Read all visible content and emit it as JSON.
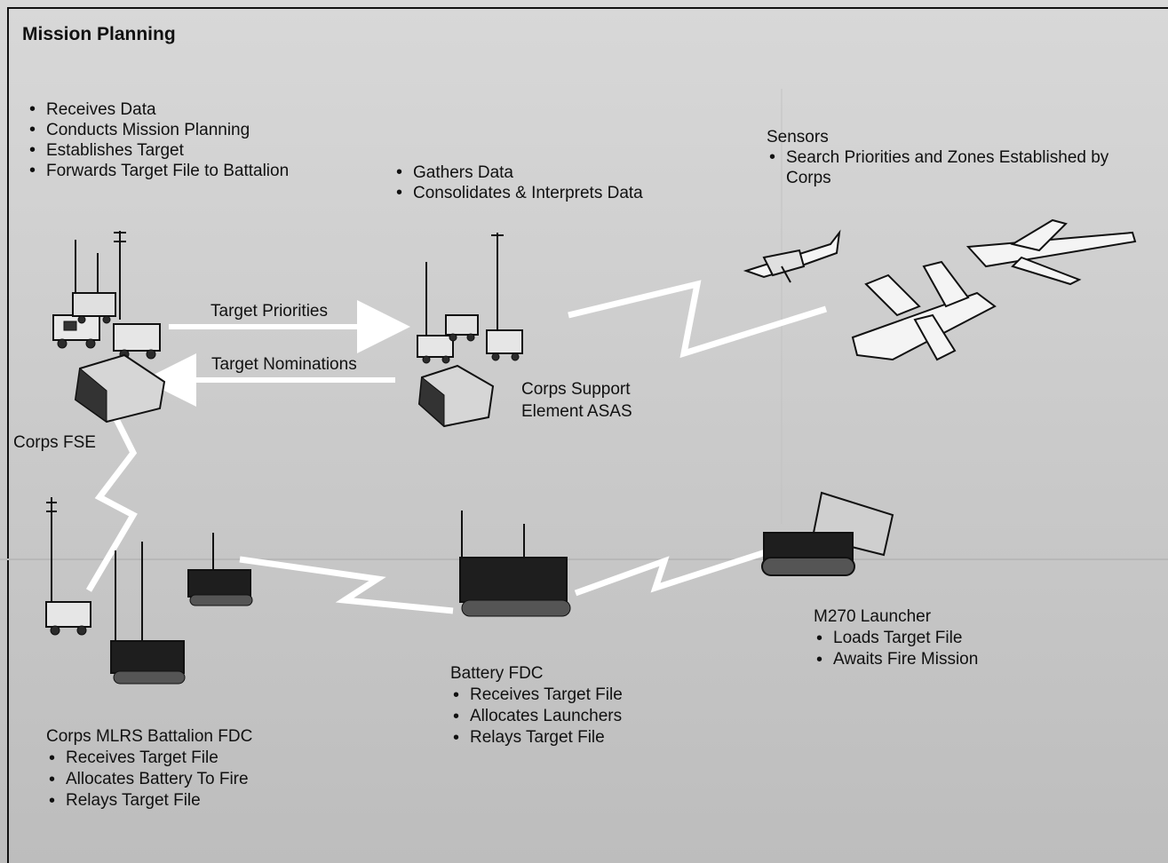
{
  "title": "Mission Planning",
  "top_list": [
    "Receives Data",
    "Conducts Mission Planning",
    "Establishes Target",
    "Forwards Target File to Battalion"
  ],
  "asas_list": [
    "Gathers Data",
    "Consolidates & Interprets Data"
  ],
  "sensors": {
    "heading": "Sensors",
    "items": [
      "Search Priorities and Zones Established by Corps"
    ]
  },
  "arrows": {
    "priorities": "Target Priorities",
    "nominations": "Target Nominations"
  },
  "corps_fse": "Corps FSE",
  "asas": {
    "line1": "Corps Support",
    "line2": "Element ASAS"
  },
  "battalion": {
    "heading": "Corps MLRS Battalion FDC",
    "items": [
      "Receives Target File",
      "Allocates Battery To Fire",
      "Relays Target File"
    ]
  },
  "battery": {
    "heading": "Battery FDC",
    "items": [
      "Receives Target File",
      "Allocates Launchers",
      "Relays Target File"
    ]
  },
  "launcher": {
    "heading": "M270 Launcher",
    "items": [
      "Loads Target File",
      "Awaits Fire Mission"
    ]
  }
}
